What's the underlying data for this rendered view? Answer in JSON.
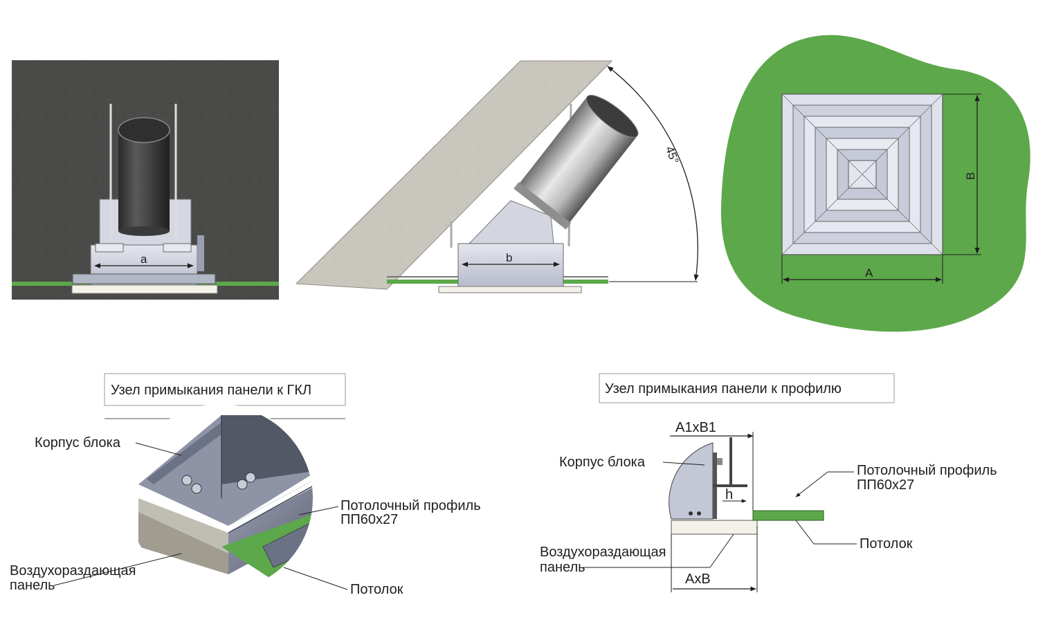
{
  "views": {
    "front": {
      "dimension": "a"
    },
    "angled": {
      "dimension": "b",
      "angle": "45°"
    },
    "top": {
      "width_dim": "A",
      "height_dim": "B"
    }
  },
  "node_gkl": {
    "title": "Узел примыкания панели к ГКЛ",
    "labels": {
      "housing": "Корпус блока",
      "profile_line1": "Потолочный профиль",
      "profile_line2": "ПП60х27",
      "panel_line1": "Воздухораздающая",
      "panel_line2": "панель",
      "ceiling": "Потолок"
    }
  },
  "node_profile": {
    "title": "Узел примыкания панели к профилю",
    "labels": {
      "opening": "A1xB1",
      "housing": "Корпус блока",
      "h": "h",
      "profile_line1": "Потолочный профиль",
      "profile_line2": "ПП60х27",
      "ceiling": "Потолок",
      "panel_line1": "Воздухораздающая",
      "panel_line2": "панель",
      "overall": "AxB"
    }
  },
  "colors": {
    "ceiling_green": "#5ca84a",
    "concrete_dark": "#4a4a48",
    "concrete_light": "#c9c6bd",
    "metal": "#c4c8d6"
  }
}
